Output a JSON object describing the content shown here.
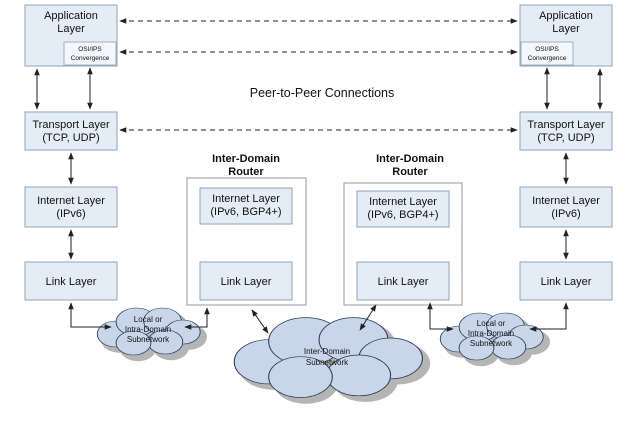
{
  "diagram": {
    "peer_label": "Peer-to-Peer Connections",
    "left_host": {
      "app_l1": "Application",
      "app_l2": "Layer",
      "conv_l1": "OSI/IPS",
      "conv_l2": "Convergence",
      "transport_l1": "Transport Layer",
      "transport_l2": "(TCP, UDP)",
      "internet_l1": "Internet Layer",
      "internet_l2": "(IPv6)",
      "link": "Link Layer"
    },
    "right_host": {
      "app_l1": "Application",
      "app_l2": "Layer",
      "conv_l1": "OSI/IPS",
      "conv_l2": "Convergence",
      "transport_l1": "Transport Layer",
      "transport_l2": "(TCP, UDP)",
      "internet_l1": "Internet Layer",
      "internet_l2": "(IPv6)",
      "link": "Link Layer"
    },
    "router_left": {
      "title_l1": "Inter-Domain",
      "title_l2": "Router",
      "internet_l1": "Internet Layer",
      "internet_l2": "(IPv6, BGP4+)",
      "link": "Link Layer"
    },
    "router_right": {
      "title_l1": "Inter-Domain",
      "title_l2": "Router",
      "internet_l1": "Internet Layer",
      "internet_l2": "(IPv6, BGP4+)",
      "link": "Link Layer"
    },
    "cloud_left": {
      "l1": "Local or",
      "l2": "Intra-Domain",
      "l3": "Subnetwork"
    },
    "cloud_center": {
      "l1": "Inter-Domain",
      "l2": "Subnetwork"
    },
    "cloud_right": {
      "l1": "Local or",
      "l2": "Intra-Domain",
      "l3": "Subnetwork"
    },
    "colors": {
      "layer_fill": "#e4ecf6",
      "layer_border": "#8fa3b8",
      "cloud_fill": "#c9d6ea",
      "cloud_shadow": "#b5b5b5"
    }
  }
}
